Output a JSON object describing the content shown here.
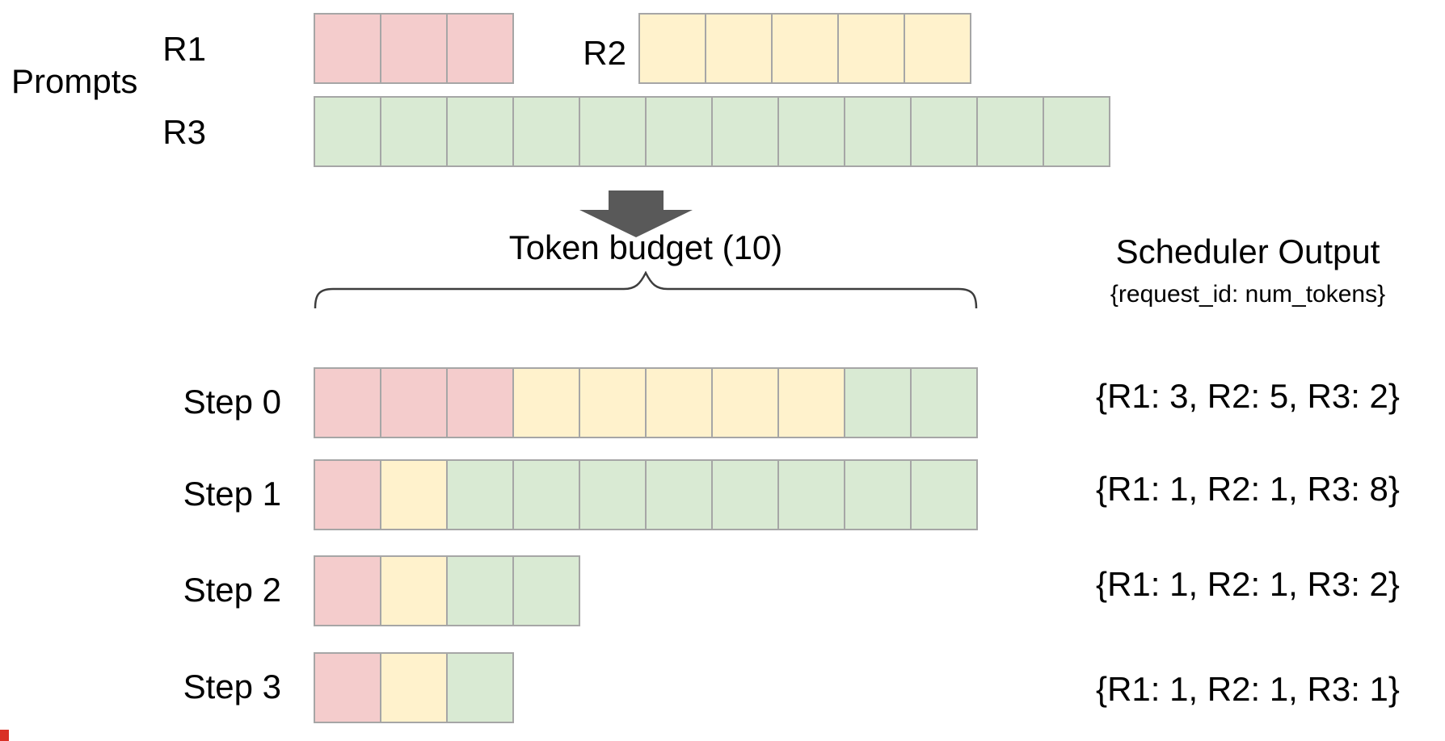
{
  "colors": {
    "r1": "#f4cccc",
    "r2": "#fff2cc",
    "r3": "#d9ead3",
    "cell_border": "#a6a6a6",
    "arrow": "#595959",
    "brace": "#3d3d3d",
    "corner_marker": "#d93025"
  },
  "prompts": {
    "section_label": "Prompts",
    "requests": [
      {
        "request": "R1",
        "label": "R1",
        "color_key": "r1",
        "num_prompt_tokens": 3
      },
      {
        "request": "R2",
        "label": "R2",
        "color_key": "r2",
        "num_prompt_tokens": 5
      },
      {
        "request": "R3",
        "label": "R3",
        "color_key": "r3",
        "num_prompt_tokens": 12
      }
    ]
  },
  "token_budget": {
    "label": "Token budget (10)",
    "budget": 10
  },
  "scheduler": {
    "title": "Scheduler Output",
    "subtitle": "{request_id: num_tokens}",
    "steps": [
      {
        "label": "Step 0",
        "segments": [
          {
            "request": "R1",
            "color_key": "r1",
            "count": 3
          },
          {
            "request": "R2",
            "color_key": "r2",
            "count": 5
          },
          {
            "request": "R3",
            "color_key": "r3",
            "count": 2
          }
        ],
        "output": "{R1: 3, R2: 5, R3: 2}"
      },
      {
        "label": "Step 1",
        "segments": [
          {
            "request": "R1",
            "color_key": "r1",
            "count": 1
          },
          {
            "request": "R2",
            "color_key": "r2",
            "count": 1
          },
          {
            "request": "R3",
            "color_key": "r3",
            "count": 8
          }
        ],
        "output": "{R1: 1, R2: 1, R3: 8}"
      },
      {
        "label": "Step 2",
        "segments": [
          {
            "request": "R1",
            "color_key": "r1",
            "count": 1
          },
          {
            "request": "R2",
            "color_key": "r2",
            "count": 1
          },
          {
            "request": "R3",
            "color_key": "r3",
            "count": 2
          }
        ],
        "output": "{R1: 1, R2: 1, R3: 2}"
      },
      {
        "label": "Step 3",
        "segments": [
          {
            "request": "R1",
            "color_key": "r1",
            "count": 1
          },
          {
            "request": "R2",
            "color_key": "r2",
            "count": 1
          },
          {
            "request": "R3",
            "color_key": "r3",
            "count": 1
          }
        ],
        "output": "{R1: 1, R2: 1, R3: 1}"
      }
    ]
  }
}
